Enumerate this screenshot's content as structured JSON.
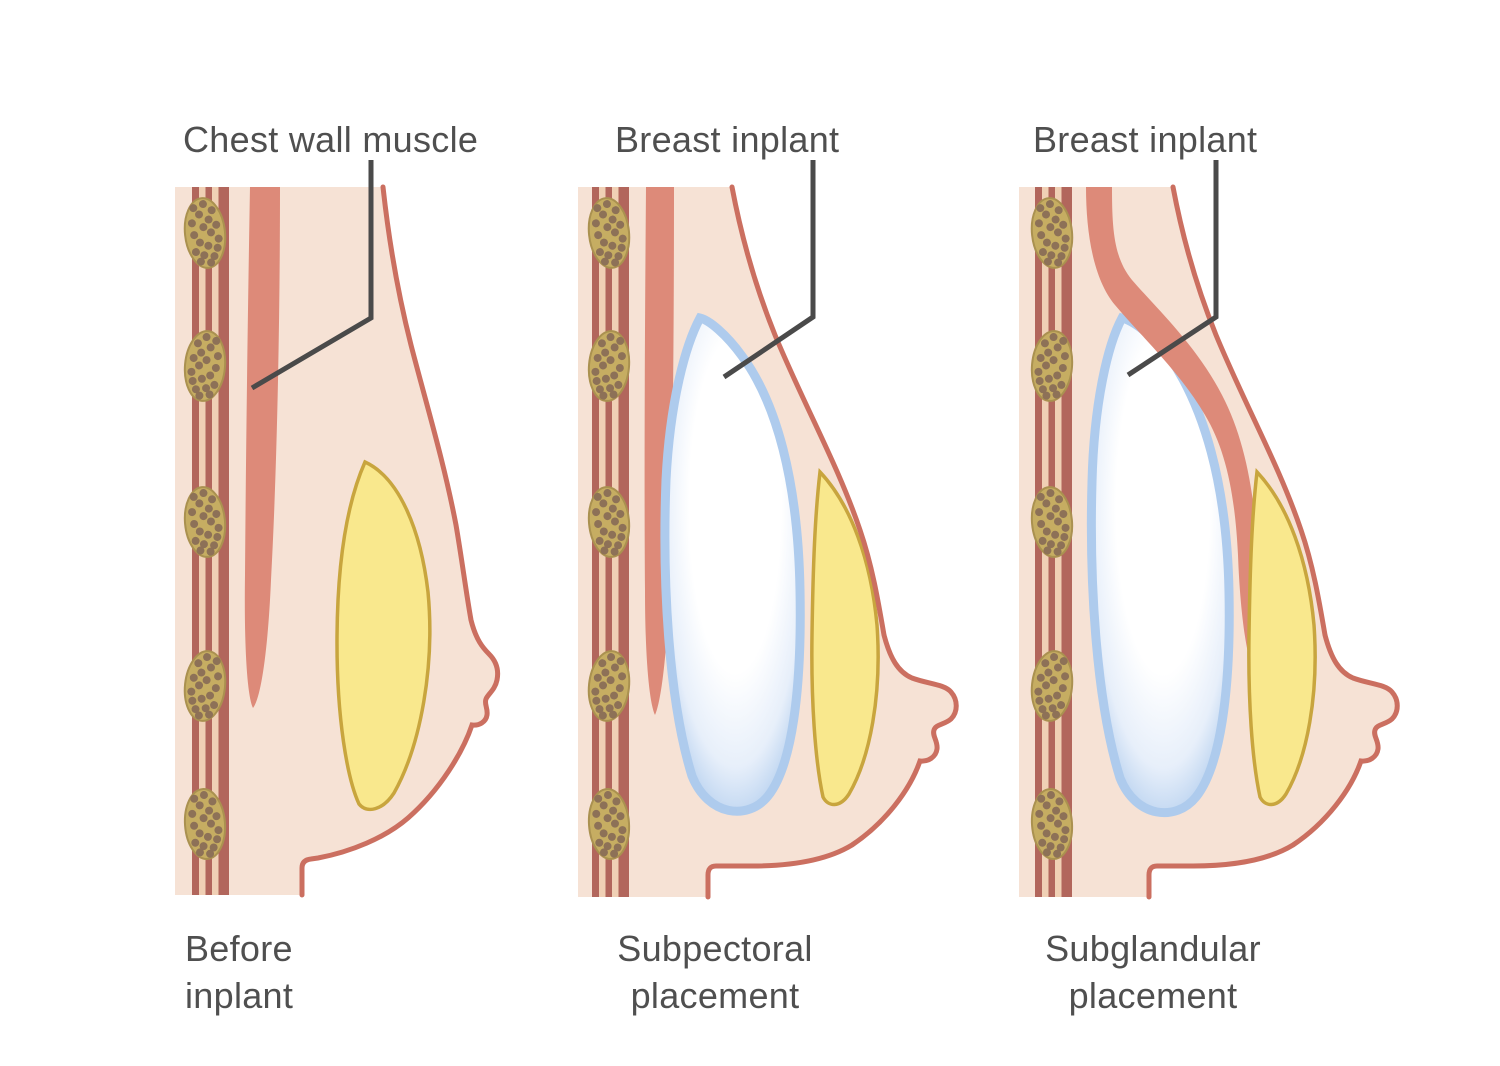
{
  "panels": [
    {
      "id": "before-implant",
      "callout": "Chest wall muscle",
      "caption_line1": "Before",
      "caption_line2": "inplant"
    },
    {
      "id": "subpectoral-placement",
      "callout": "Breast inplant",
      "caption_line1": "Subpectoral",
      "caption_line2": "placement"
    },
    {
      "id": "subglandular-placement",
      "callout": "Breast inplant",
      "caption_line1": "Subglandular",
      "caption_line2": "placement"
    }
  ],
  "colors": {
    "background": "#ffffff",
    "skin": "#f6e2d5",
    "skin_outline": "#cb6f60",
    "chest_wall_band": "#b2665c",
    "band_stripe": "#f0d0b5",
    "rib_fill": "#c6ad62",
    "rib_outline": "#aa9150",
    "rib_dot": "#8d7157",
    "muscle": "#dd8a79",
    "gland_fill": "#f9e88d",
    "gland_outline": "#c8a53e",
    "implant_edge": "#aecbed",
    "implant_mid": "#e7effa",
    "implant_core": "#ffffff",
    "leader": "#4a4a4a",
    "text": "#4f4f4f"
  }
}
